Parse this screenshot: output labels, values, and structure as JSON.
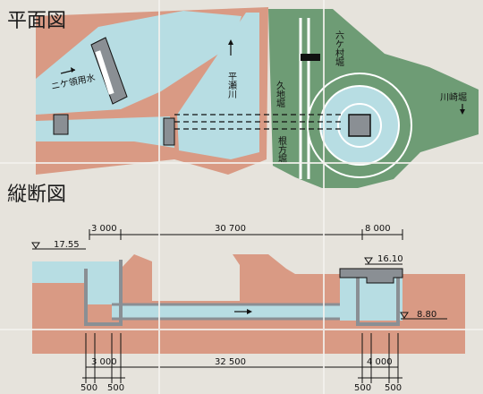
{
  "plan": {
    "title": "平面図",
    "labels": {
      "nikaryo": "ニケ領用水",
      "hirase": "平瀬川",
      "kuji": "久地堀",
      "rokkamura": "六ケ村堀",
      "negata": "根方堀",
      "kawasaki": "川崎堀"
    }
  },
  "section": {
    "title": "縦断図",
    "levels": {
      "left": "17.55",
      "right_top": "16.10",
      "right_bottom": "8.80"
    },
    "dims_top": {
      "a": "3 000",
      "b": "30 700",
      "c": "8 000"
    },
    "dims_bottom": {
      "a": "3 000",
      "b": "32 500",
      "c": "4 000",
      "d1": "500",
      "d2": "500",
      "d3": "500",
      "d4": "500"
    }
  },
  "colors": {
    "background": "#e6e3dc",
    "water": "#b7dde3",
    "earth": "#d99a84",
    "green": "#6e9c75",
    "structure": "#8a8f94"
  }
}
